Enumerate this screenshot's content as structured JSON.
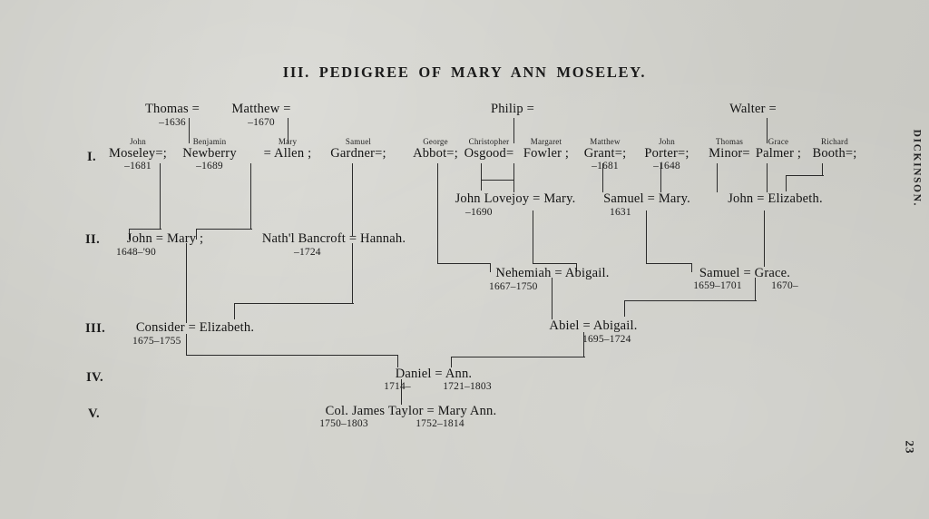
{
  "document": {
    "title": "III.  PEDIGREE OF MARY ANN MOSELEY.",
    "side_caption": "DICKINSON.",
    "page_number": "23",
    "ink_color": "#1e1e1e",
    "paper_color": "#d2d2cc"
  },
  "generations": [
    {
      "numeral": "I."
    },
    {
      "numeral": "II."
    },
    {
      "numeral": "III."
    },
    {
      "numeral": "IV."
    },
    {
      "numeral": "V."
    }
  ],
  "people": {
    "thomas": {
      "name": "Thomas =",
      "dates": "–1636"
    },
    "matthew_top": {
      "name": "Matthew =",
      "dates": "–1670"
    },
    "philip": {
      "name": "Philip =",
      "dates": ""
    },
    "walter": {
      "name": "Walter =",
      "dates": ""
    },
    "john_moseley": {
      "pre": "John",
      "name": "Moseley=;",
      "dates": "–1681"
    },
    "benjamin_newberry": {
      "pre": "Benjamin",
      "name": "Newberry",
      "dates": "–1689"
    },
    "mary_allen": {
      "pre": "Mary",
      "name": "= Allen ;",
      "dates": ""
    },
    "samuel_gardner": {
      "pre": "Samuel",
      "name": "Gardner=;",
      "dates": ""
    },
    "george_abbot": {
      "pre": "George",
      "name": "Abbot=;",
      "dates": ""
    },
    "christopher_osgood": {
      "pre": "Christopher",
      "name": "Osgood=",
      "dates": ""
    },
    "margaret_fowler": {
      "pre": "Margaret",
      "name": "Fowler ;",
      "dates": ""
    },
    "matthew_grant": {
      "pre": "Matthew",
      "name": "Grant=;",
      "dates": "–1681"
    },
    "john_porter": {
      "pre": "John",
      "name": "Porter=;",
      "dates": "–1648"
    },
    "thomas_minor": {
      "pre": "Thomas",
      "name": "Minor=",
      "dates": ""
    },
    "grace_palmer": {
      "pre": "Grace",
      "name": "Palmer ;",
      "dates": ""
    },
    "richard_booth": {
      "pre": "Richard",
      "name": "Booth=;",
      "dates": ""
    },
    "john_lovejoy": {
      "name": "John Lovejoy = Mary.",
      "dates": "–1690"
    },
    "samuel_1631": {
      "name": "Samuel = Mary.",
      "dates": "1631"
    },
    "john_elizabeth": {
      "name": "John = Elizabeth.",
      "dates": ""
    },
    "john_mary_ii": {
      "name": "John = Mary ;",
      "dates": "1648–'90"
    },
    "nathl_bancroft": {
      "name": "Nath'l Bancroft = Hannah.",
      "dates": "–1724"
    },
    "nehemiah": {
      "name": "Nehemiah = Abigail.",
      "dates": "1667–1750"
    },
    "samuel_grace": {
      "name": "Samuel = Grace.",
      "dates": "1659–1701",
      "dates2": "1670–"
    },
    "consider": {
      "name": "Consider = Elizabeth.",
      "dates": "1675–1755"
    },
    "abiel": {
      "name": "Abiel =  Abigail.",
      "dates": "1695–1724"
    },
    "daniel": {
      "name": "Daniel = Ann.",
      "dates": "1714–",
      "dates2": "1721–1803"
    },
    "james_taylor": {
      "name": "Col. James Taylor = Mary Ann.",
      "dates": "1750–1803",
      "dates2": "1752–1814"
    }
  }
}
